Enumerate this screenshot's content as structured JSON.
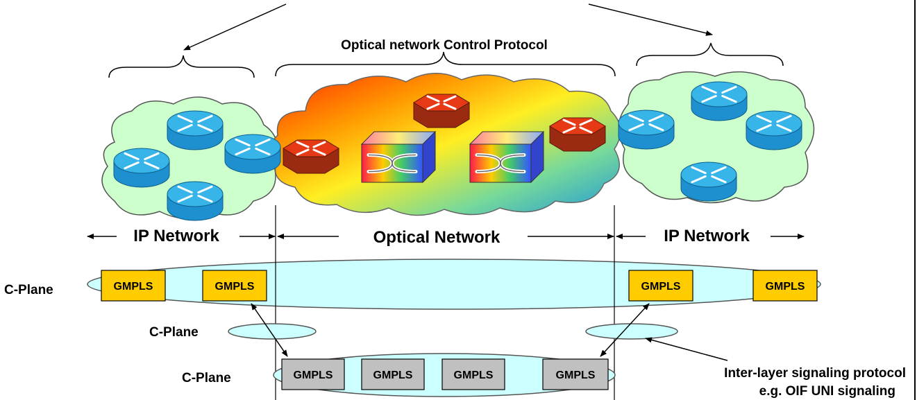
{
  "labels": {
    "optical_protocol": "Optical network Control Protocol",
    "ip_network_left": "IP Network",
    "optical_network": "Optical Network",
    "ip_network_right": "IP Network",
    "cplane_upper": "C-Plane",
    "cplane_middle": "C-Plane",
    "cplane_lower": "C-Plane",
    "interlayer_line1": "Inter-layer signaling protocol",
    "interlayer_line2": "e.g. OIF UNI signaling"
  },
  "upper_gmpls": [
    "GMPLS",
    "GMPLS",
    "GMPLS",
    "GMPLS"
  ],
  "lower_gmpls": [
    "GMPLS",
    "GMPLS",
    "GMPLS",
    "GMPLS"
  ],
  "colors": {
    "ip_cloud": "#ccffcc",
    "optical_cloud_gradient": [
      "#ff2a00",
      "#ffb000",
      "#ffff33",
      "#66ddaa",
      "#1fa2dc"
    ],
    "router": "#1e8fcf",
    "router_top": "#37b4e8",
    "optical_router": "#e53a15",
    "optical_router_side": "#9b2a12",
    "ellipse_fill": "#ccffff",
    "upper_gmpls_fill": "#ffcc00",
    "lower_gmpls_fill": "#c0c0c0"
  }
}
